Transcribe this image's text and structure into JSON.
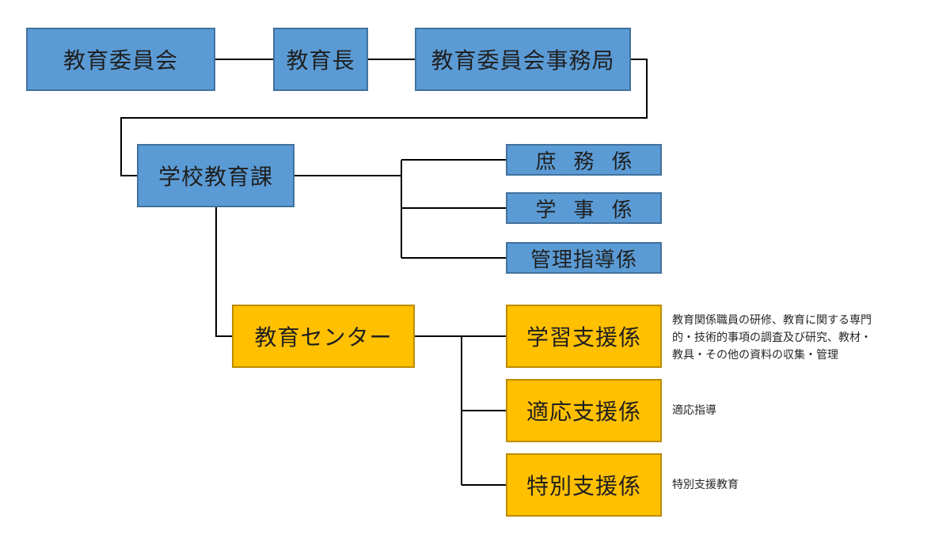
{
  "colors": {
    "blue_fill": "#5b9bd5",
    "blue_border": "#41719c",
    "orange_fill": "#ffc000",
    "orange_border": "#bc8c00",
    "line": "#000000"
  },
  "top_row": {
    "board": "教育委員会",
    "superintendent": "教育長",
    "secretariat": "教育委員会事務局"
  },
  "school_education_division": {
    "label": "学校教育課",
    "sections": {
      "general_affairs": "庶務係",
      "school_affairs": "学事係",
      "management_guidance": "管理指導係"
    }
  },
  "education_center": {
    "label": "教育センター",
    "sections": {
      "learning_support": {
        "label": "学習支援係",
        "note": "教育関係職員の研修、教育に関する専門\n的・技術的事項の調査及び研究、教材・\n教具・その他の資料の収集・管理"
      },
      "adaptation_support": {
        "label": "適応支援係",
        "note": "適応指導"
      },
      "special_support": {
        "label": "特別支援係",
        "note": "特別支援教育"
      }
    }
  }
}
